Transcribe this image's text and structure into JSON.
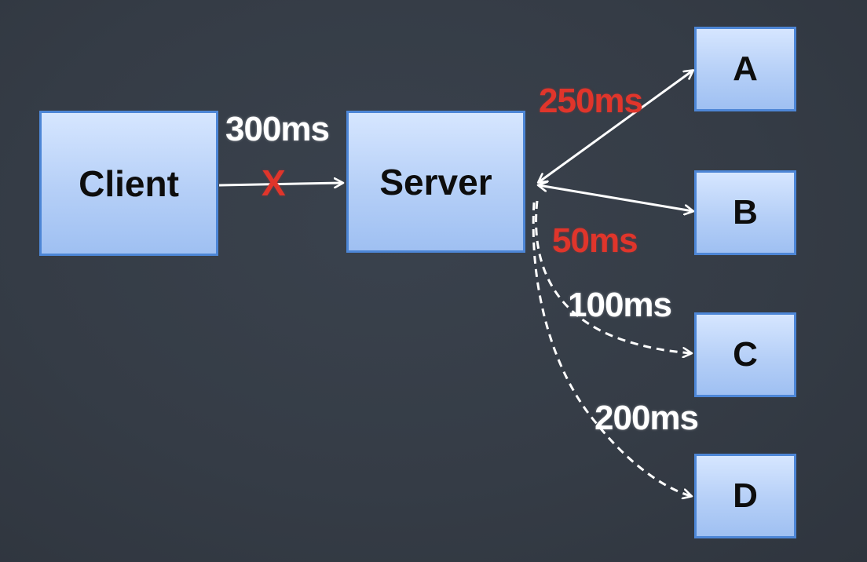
{
  "nodes": {
    "client": "Client",
    "server": "Server",
    "a": "A",
    "b": "B",
    "c": "C",
    "d": "D"
  },
  "edge_labels": {
    "client_server": "300ms",
    "server_a": "250ms",
    "server_b": "50ms",
    "server_c": "100ms",
    "server_d": "200ms",
    "cancel_mark": "X"
  },
  "colors": {
    "background": "#363d47",
    "box_fill": "#b5cff7",
    "box_border": "#4d86d6",
    "arrow": "#ffffff",
    "highlight": "#e0352b"
  }
}
